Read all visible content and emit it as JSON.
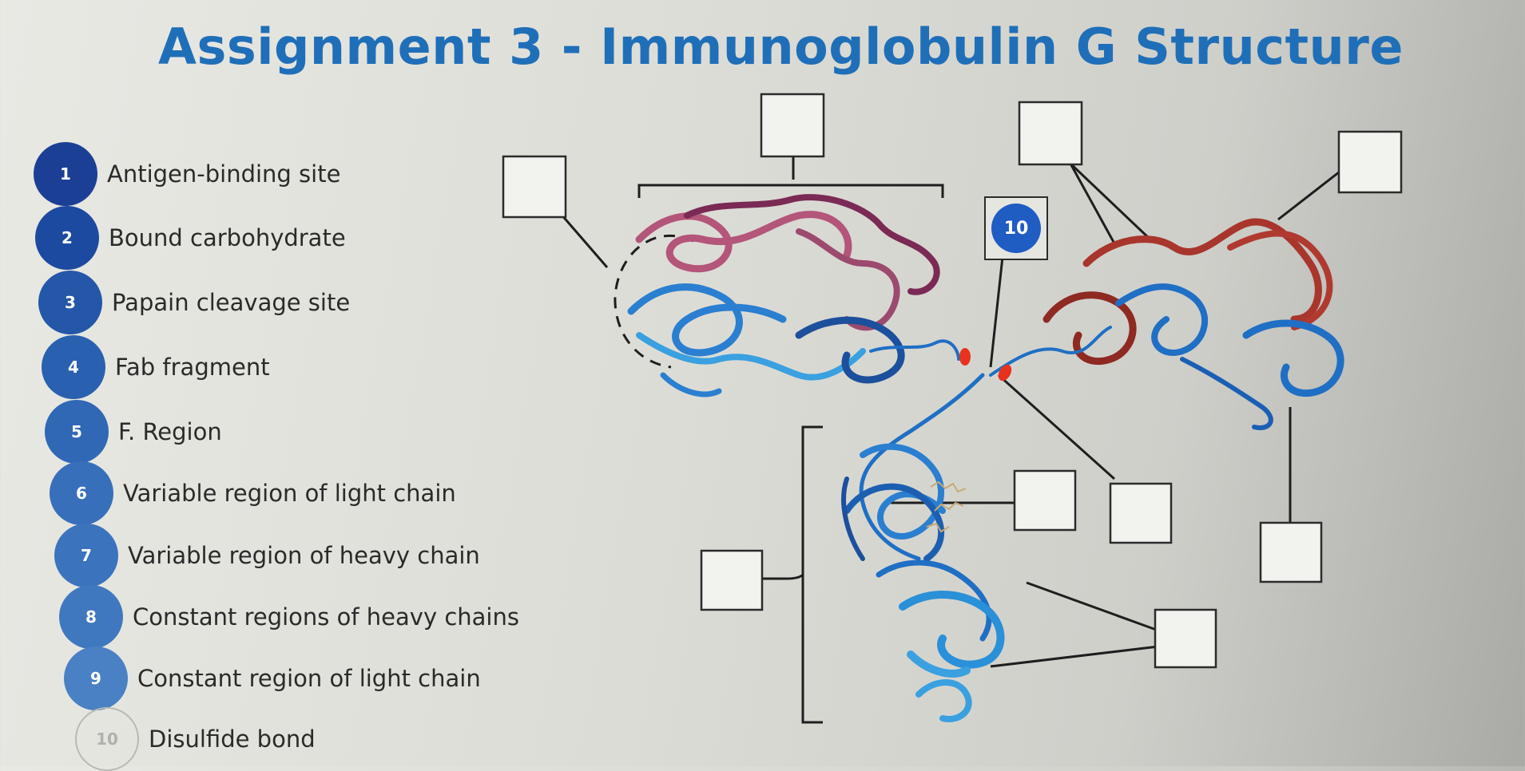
{
  "title": "Assignment 3 - Immunoglobulin G Structure",
  "legend": [
    {
      "num": "1",
      "label": "Antigen-binding site",
      "color": "#1b3f95"
    },
    {
      "num": "2",
      "label": "Bound carbohydrate",
      "color": "#1c4aa0"
    },
    {
      "num": "3",
      "label": "Papain cleavage site",
      "color": "#2457a8"
    },
    {
      "num": "4",
      "label": "Fab fragment",
      "color": "#2a60b0"
    },
    {
      "num": "5",
      "label": "F. Region",
      "color": "#3068b6"
    },
    {
      "num": "6",
      "label": "Variable region of light chain",
      "color": "#386fba"
    },
    {
      "num": "7",
      "label": "Variable region of heavy chain",
      "color": "#3b73bd"
    },
    {
      "num": "8",
      "label": "Constant regions of heavy chains",
      "color": "#4078bf"
    },
    {
      "num": "9",
      "label": "Constant region of light chain",
      "color": "#4a80c4"
    },
    {
      "num": "10",
      "label": "Disulfide bond",
      "color": "outline"
    }
  ],
  "diagram_label": "10",
  "colors": {
    "heavy_chain_red": "#a8362c",
    "light_chain_pink": "#b4557a",
    "chain_blue": "#1f6fc4",
    "chain_light_blue": "#3aa0e0",
    "disulfide_red": "#e8321e",
    "title_blue": "#1f6fb8"
  }
}
